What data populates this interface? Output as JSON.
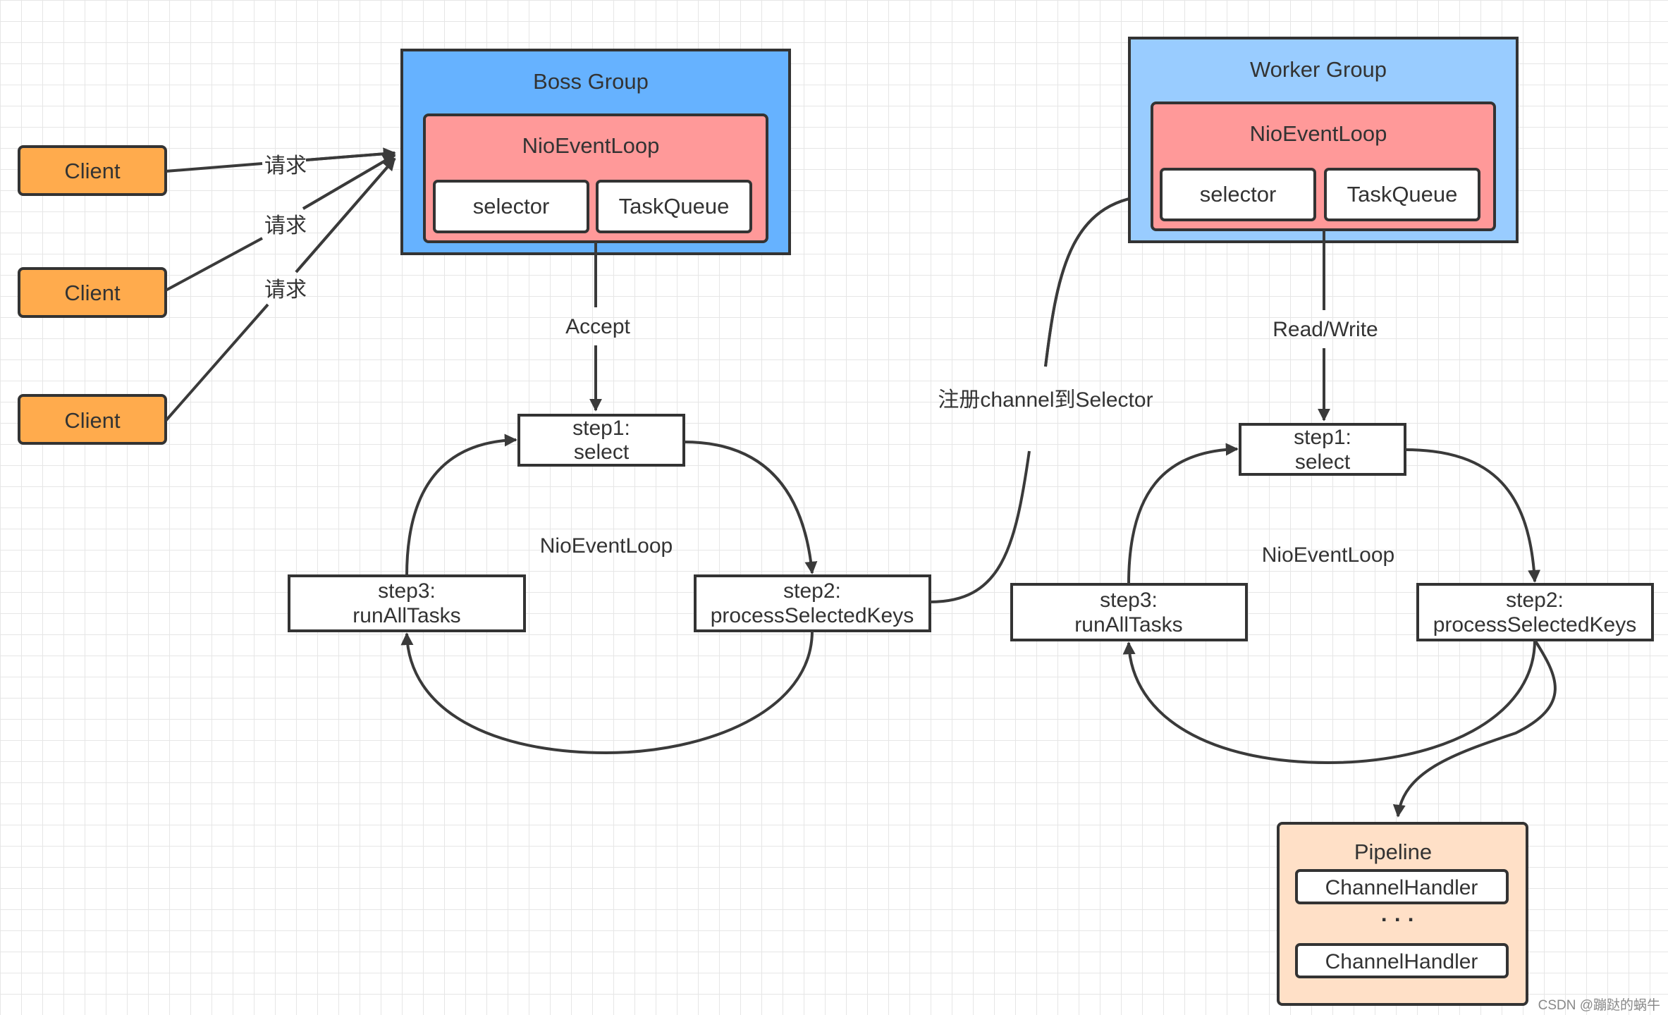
{
  "clients": [
    "Client",
    "Client",
    "Client"
  ],
  "request_label": "请求",
  "boss": {
    "title": "Boss Group",
    "loop_title": "NioEventLoop",
    "selector": "selector",
    "queue": "TaskQueue",
    "edge_label": "Accept",
    "step1_line1": "step1:",
    "step1_line2": "select",
    "step2_line1": "step2:",
    "step2_line2": "processSelectedKeys",
    "step3_line1": "step3:",
    "step3_line2": "runAllTasks",
    "loop_center": "NioEventLoop"
  },
  "register_label": "注册channel到Selector",
  "worker": {
    "title": "Worker Group",
    "loop_title": "NioEventLoop",
    "selector": "selector",
    "queue": "TaskQueue",
    "edge_label": "Read/Write",
    "step1_line1": "step1:",
    "step1_line2": "select",
    "step2_line1": "step2:",
    "step2_line2": "processSelectedKeys",
    "step3_line1": "step3:",
    "step3_line2": "runAllTasks",
    "loop_center": "NioEventLoop"
  },
  "pipeline": {
    "title": "Pipeline",
    "handler1": "ChannelHandler",
    "ellipsis": "· · ·",
    "handler2": "ChannelHandler"
  },
  "watermark": "CSDN @蹦跶的蜗牛",
  "colors": {
    "client": "#ffab4d",
    "boss_group": "#66b2ff",
    "worker_group": "#99ccff",
    "event_loop": "#ff9999",
    "pipeline": "#ffe0c7",
    "line": "#3a3a3a"
  }
}
